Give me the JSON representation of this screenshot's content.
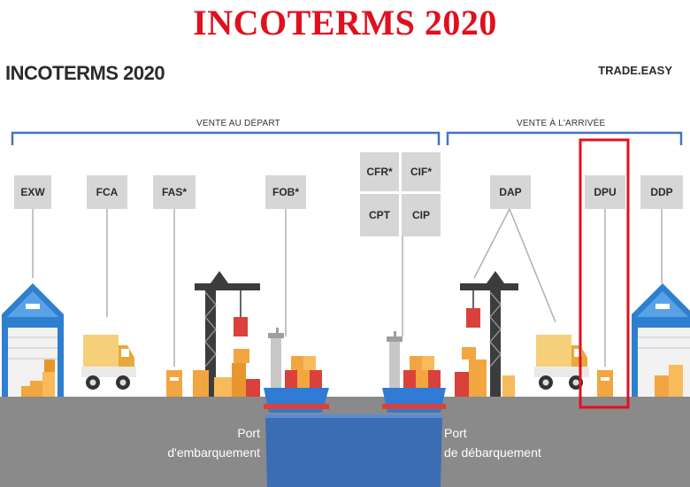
{
  "banner": {
    "title": "INCOTERMS 2020"
  },
  "diagram": {
    "title": "INCOTERMS 2020",
    "brand": "TRADE.EASY",
    "groups": {
      "departure": "VENTE AU DÉPART",
      "arrival": "VENTE À L'ARRIVÉE"
    },
    "terms": {
      "exw": "EXW",
      "fca": "FCA",
      "fas": "FAS*",
      "fob": "FOB*",
      "cfr": "CFR*",
      "cif": "CIF*",
      "cpt": "CPT",
      "cip": "CIP",
      "dap": "DAP",
      "dpu": "DPU",
      "ddp": "DDP"
    },
    "ports": {
      "loading_line1": "Port",
      "loading_line2": "d'embarquement",
      "unloading_line1": "Port",
      "unloading_line2": "de débarquement"
    },
    "highlighted_term": "DPU",
    "colors": {
      "highlight": "#e0101e",
      "bracket": "#4472c4",
      "water": "#3b6db3",
      "ground": "#8a8a8a",
      "warehouse": "#2e7fcf",
      "box": "#f2a640",
      "truck": "#f5cf7a",
      "ship": "#d9413a"
    }
  }
}
